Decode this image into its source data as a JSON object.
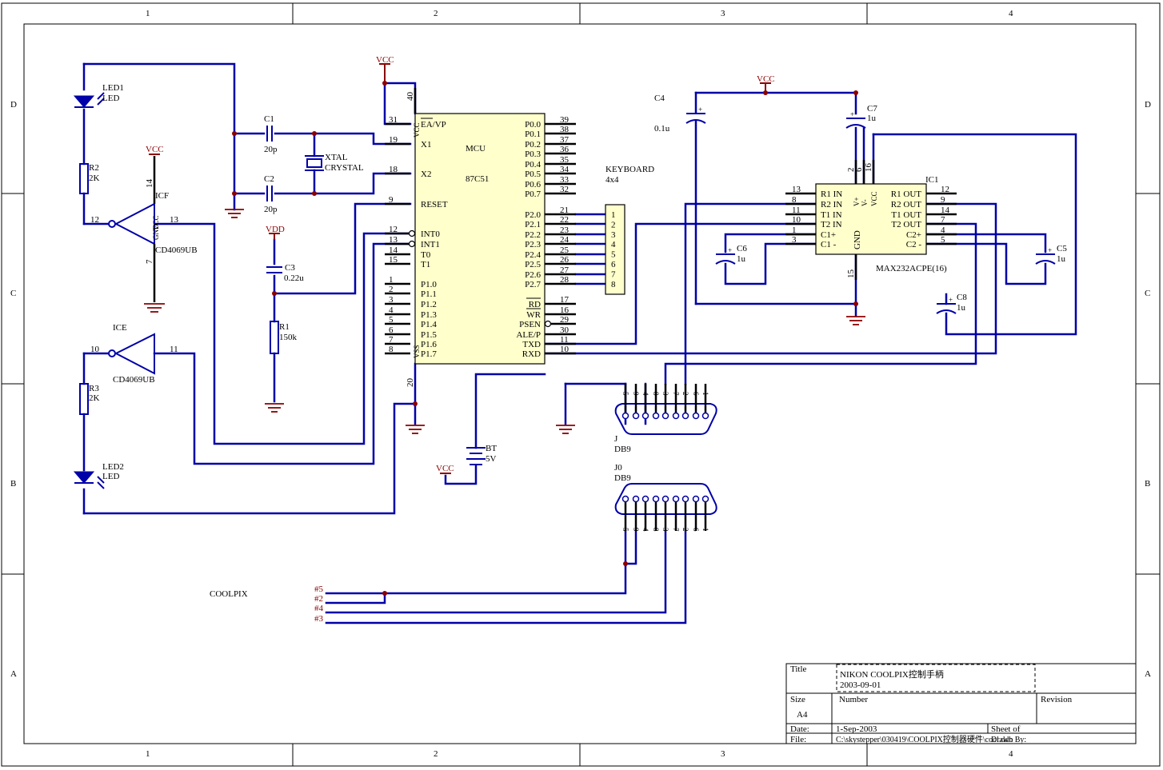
{
  "sheet": {
    "zones_top": [
      "1",
      "2",
      "3",
      "4"
    ],
    "zones_side": [
      "D",
      "C",
      "B",
      "A"
    ]
  },
  "power": {
    "vcc": "VCC",
    "vdd": "VDD"
  },
  "mcu": {
    "ref": "MCU",
    "part": "87C51",
    "left_pins": [
      {
        "num": "31",
        "name": "EA/VP"
      },
      {
        "num": "19",
        "name": "X1"
      },
      {
        "num": "18",
        "name": "X2"
      },
      {
        "num": "9",
        "name": "RESET"
      },
      {
        "num": "12",
        "name": "INT0"
      },
      {
        "num": "13",
        "name": "INT1"
      },
      {
        "num": "14",
        "name": "T0"
      },
      {
        "num": "15",
        "name": "T1"
      },
      {
        "num": "1",
        "name": "P1.0"
      },
      {
        "num": "2",
        "name": "P1.1"
      },
      {
        "num": "3",
        "name": "P1.2"
      },
      {
        "num": "4",
        "name": "P1.3"
      },
      {
        "num": "5",
        "name": "P1.4"
      },
      {
        "num": "6",
        "name": "P1.5"
      },
      {
        "num": "7",
        "name": "P1.6"
      },
      {
        "num": "8",
        "name": "P1.7"
      }
    ],
    "right_pins": [
      {
        "num": "39",
        "name": "P0.0"
      },
      {
        "num": "38",
        "name": "P0.1"
      },
      {
        "num": "37",
        "name": "P0.2"
      },
      {
        "num": "36",
        "name": "P0.3"
      },
      {
        "num": "35",
        "name": "P0.4"
      },
      {
        "num": "34",
        "name": "P0.5"
      },
      {
        "num": "33",
        "name": "P0.6"
      },
      {
        "num": "32",
        "name": "P0.7"
      },
      {
        "num": "21",
        "name": "P2.0"
      },
      {
        "num": "22",
        "name": "P2.1"
      },
      {
        "num": "23",
        "name": "P2.2"
      },
      {
        "num": "24",
        "name": "P2.3"
      },
      {
        "num": "25",
        "name": "P2.4"
      },
      {
        "num": "26",
        "name": "P2.5"
      },
      {
        "num": "27",
        "name": "P2.6"
      },
      {
        "num": "28",
        "name": "P2.7"
      },
      {
        "num": "17",
        "name": "RD"
      },
      {
        "num": "16",
        "name": "WR"
      },
      {
        "num": "29",
        "name": "PSEN"
      },
      {
        "num": "30",
        "name": "ALE/P"
      },
      {
        "num": "11",
        "name": "TXD"
      },
      {
        "num": "10",
        "name": "RXD"
      }
    ],
    "vcc_pin": "40",
    "vss_pin": "20",
    "vcc_label": "VCC",
    "vss_label": "VSS"
  },
  "keyboard": {
    "label": "KEYBOARD",
    "size": "4x4",
    "pins": [
      "1",
      "2",
      "3",
      "4",
      "5",
      "6",
      "7",
      "8"
    ]
  },
  "max232": {
    "ref": "IC1",
    "part": "MAX232ACPE(16)",
    "left_pins": [
      {
        "num": "13",
        "name": "R1 IN"
      },
      {
        "num": "8",
        "name": "R2 IN"
      },
      {
        "num": "11",
        "name": "T1 IN"
      },
      {
        "num": "10",
        "name": "T2 IN"
      },
      {
        "num": "1",
        "name": "C1+"
      },
      {
        "num": "3",
        "name": "C1 -"
      }
    ],
    "right_pins": [
      {
        "num": "12",
        "name": "R1 OUT"
      },
      {
        "num": "9",
        "name": "R2 OUT"
      },
      {
        "num": "14",
        "name": "T1 OUT"
      },
      {
        "num": "7",
        "name": "T2 OUT"
      },
      {
        "num": "4",
        "name": "C2+"
      },
      {
        "num": "5",
        "name": "C2 -"
      }
    ],
    "top_pins": [
      {
        "num": "2",
        "name": "V+"
      },
      {
        "num": "6",
        "name": "V-"
      },
      {
        "num": "16",
        "name": "VCC"
      }
    ],
    "bottom_pin": {
      "num": "15",
      "name": "GND"
    }
  },
  "components": {
    "led1": {
      "ref": "LED1",
      "type": "LED"
    },
    "led2": {
      "ref": "LED2",
      "type": "LED"
    },
    "r2": {
      "ref": "R2",
      "value": "2K"
    },
    "r3": {
      "ref": "R3",
      "value": "2K"
    },
    "r1": {
      "ref": "R1",
      "value": "150k"
    },
    "icf": {
      "ref": "ICF",
      "part": "CD4069UB",
      "pin_in": "12",
      "pin_out": "13",
      "pin_vcc": "14",
      "pin_gnd": "7",
      "vcc_text": "VCC",
      "gnd_text": "GND"
    },
    "ice": {
      "ref": "ICE",
      "part": "CD4069UB",
      "pin_in": "10",
      "pin_out": "11"
    },
    "c1": {
      "ref": "C1",
      "value": "20p"
    },
    "c2": {
      "ref": "C2",
      "value": "20p"
    },
    "c3": {
      "ref": "C3",
      "value": "0.22u"
    },
    "xtal": {
      "ref": "XTAL",
      "value": "CRYSTAL"
    },
    "c4": {
      "ref": "C4",
      "value": "0.1u"
    },
    "c5": {
      "ref": "C5",
      "value": "1u"
    },
    "c6": {
      "ref": "C6",
      "value": "1u"
    },
    "c7": {
      "ref": "C7",
      "value": "1u"
    },
    "c8": {
      "ref": "C8",
      "value": "1u"
    },
    "bt": {
      "ref": "BT",
      "value": "5V"
    }
  },
  "connectors": {
    "j": {
      "ref": "J",
      "type": "DB9"
    },
    "j0": {
      "ref": "J0",
      "type": "DB9"
    },
    "pins": [
      "5",
      "9",
      "4",
      "8",
      "3",
      "7",
      "2",
      "6",
      "1"
    ]
  },
  "coolpix": {
    "label": "COOLPIX",
    "nets": [
      "#5",
      "#2",
      "#4",
      "#3"
    ]
  },
  "titleblock": {
    "title_label": "Title",
    "title_line1": "NIKON COOLPIX控制手柄",
    "title_line2": "2003-09-01",
    "size_label": "Size",
    "size_value": "A4",
    "number_label": "Number",
    "revision_label": "Revision",
    "date_label": "Date:",
    "date_value": "1-Sep-2003",
    "sheet_label": "Sheet    of",
    "file_label": "File:",
    "file_value": "C:\\skystepper\\030419\\COOLPIX控制器硬件\\cool.ddb",
    "drawn_label": "Drawn By:"
  },
  "colors": {
    "wire": "#0000a8",
    "power": "#8b0000",
    "body_fill": "#ffffcc"
  }
}
